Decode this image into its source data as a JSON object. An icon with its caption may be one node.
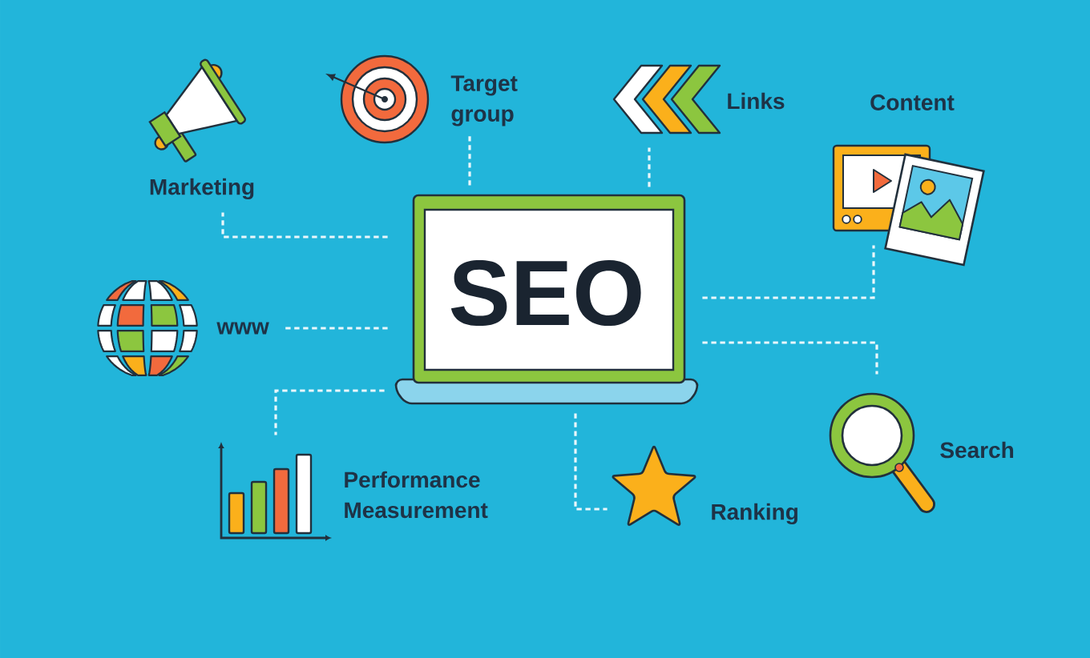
{
  "diagram": {
    "nodes": [
      {
        "text": [
          "SEO"
        ]
      },
      {
        "text": [
          "Marketing"
        ]
      },
      {
        "text": [
          "Target group"
        ]
      },
      {
        "text": [],
        "shape": "picture",
        "beside": [
          "Links"
        ]
      },
      {
        "text": [],
        "shape": "picture",
        "beside": [
          "Content"
        ]
      },
      {
        "text": [
          "www"
        ]
      },
      {
        "text": [],
        "shape": "picture",
        "beside": [
          "Performance Measurement"
        ]
      },
      {
        "text": [],
        "shape": "picture",
        "beside": [
          "Ranking"
        ]
      },
      {
        "text": [],
        "shape": "picture",
        "beside": [
          "Search"
        ]
      }
    ],
    "edges": [
      {
        "from": 0,
        "to": 1,
        "arrow": "none",
        "style": "dashed"
      },
      {
        "from": 0,
        "to": 2,
        "arrow": "none",
        "style": "dashed"
      },
      {
        "from": 0,
        "to": 3,
        "arrow": "none",
        "style": "dashed"
      },
      {
        "from": 0,
        "to": 4,
        "arrow": "none",
        "style": "dashed"
      },
      {
        "from": 0,
        "to": 5,
        "arrow": "none",
        "style": "dashed"
      },
      {
        "from": 0,
        "to": 6,
        "arrow": "none",
        "style": "dashed"
      },
      {
        "from": 0,
        "to": 7,
        "arrow": "none",
        "style": "dashed"
      },
      {
        "from": 0,
        "to": 8,
        "arrow": "none",
        "style": "dashed"
      }
    ]
  }
}
